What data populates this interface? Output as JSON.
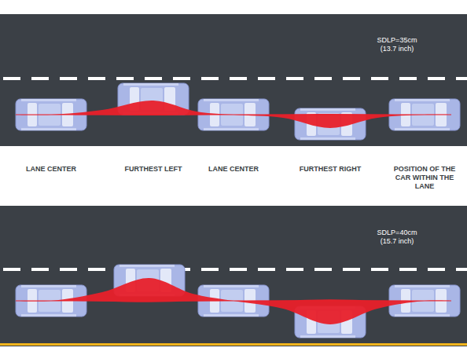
{
  "diagram": {
    "labels": [
      "SDLP=35cm (13.7 inch)",
      "LANE CENTER",
      "FURTHEST LEFT",
      "LANE CENTER",
      "FURTHEST RIGHT",
      "POSITION OF THE CAR WITHIN THE LANE",
      "SDLP=40cm (15.7 inch)"
    ]
  }
}
